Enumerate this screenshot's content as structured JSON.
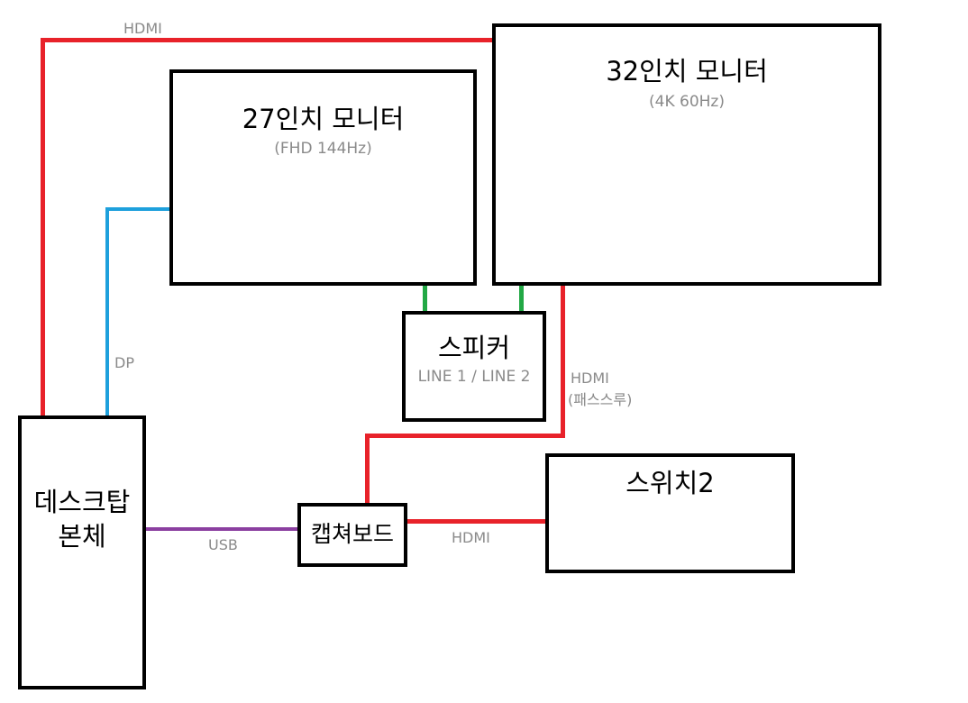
{
  "colors": {
    "hdmi": "#e8222a",
    "dp": "#1ea0dc",
    "line_audio": "#22a845",
    "usb": "#8b3fa0",
    "box_border": "#000000",
    "label": "#8a8a8a"
  },
  "nodes": {
    "monitor27": {
      "title": "27인치 모니터",
      "subtitle": "(FHD 144Hz)"
    },
    "monitor32": {
      "title": "32인치 모니터",
      "subtitle": "(4K 60Hz)"
    },
    "speaker": {
      "title": "스피커",
      "subtitle": "LINE 1 / LINE 2"
    },
    "desktop": {
      "title_line1": "데스크탑",
      "title_line2": "본체"
    },
    "capture": {
      "title": "캡쳐보드"
    },
    "switch": {
      "title": "스위치2"
    }
  },
  "connections": {
    "desktop_to_32": "HDMI",
    "desktop_to_27": "DP",
    "monitor32_to_capture_line1": "HDMI",
    "monitor32_to_capture_line2": "(패스스루)",
    "desktop_to_capture": "USB",
    "switch_to_capture": "HDMI"
  }
}
